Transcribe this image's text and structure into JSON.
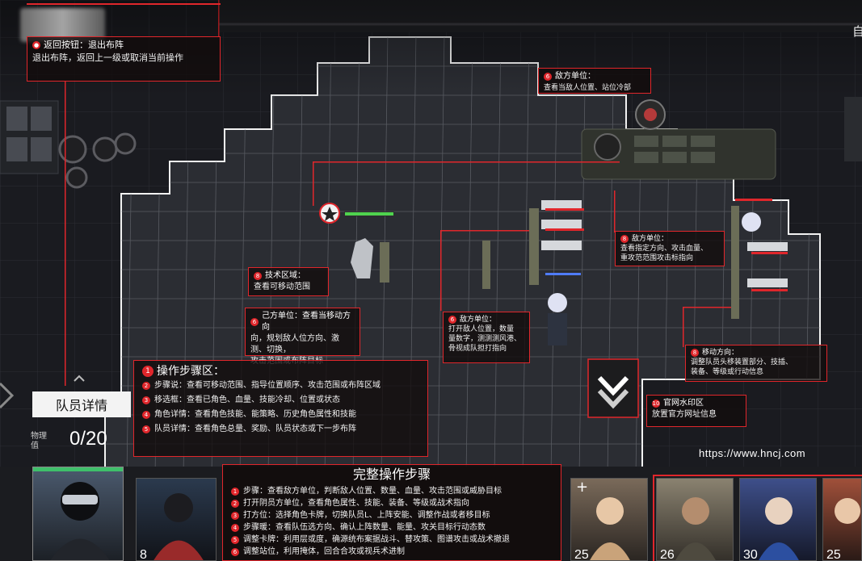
{
  "corner": {
    "label": "自"
  },
  "back_box": {
    "title": "返回按钮：退出布阵",
    "desc": "退出布阵，返回上一级或取消当前操作"
  },
  "enemy_top": {
    "num": "6",
    "title": "敌方单位：",
    "desc": "查看当敌人位置、站位冷部"
  },
  "tech_area": {
    "num": "8",
    "title": "技术区域：",
    "desc": "查看可移动范围"
  },
  "ally_unit": {
    "num": "6",
    "title": "己方单位：查看当移动方向",
    "desc1": "向，规划敌人位方向、激测、切换，",
    "desc2": "攻击范围或布阵目标"
  },
  "enemy_mid": {
    "num": "6",
    "title": "敌方单位：",
    "desc1": "打开敌人位置，数量",
    "desc2": "量数字，测测测风港、",
    "desc3": "骨视成队担打指向"
  },
  "enemy_right": {
    "num": "8",
    "title": "敌方单位：",
    "desc1": "查看指定方向、攻击血量、",
    "desc2": "重攻范范围攻击标指向"
  },
  "move_dir": {
    "num": "8",
    "title": "移动方向：",
    "desc1": "调整队员头移装置部分、技插、",
    "desc2": "装备、等级或行动信息"
  },
  "watermark_box": {
    "num": "10",
    "title": "官网水印区",
    "desc": "放置官方网址信息"
  },
  "url": "https://www.hncj.com",
  "steps_box": {
    "title": "操作步骤区：",
    "title_num": "1",
    "items": [
      {
        "num": "2",
        "text": "步骤说：查看可移动范围、指导位置顺序、攻击范围或布阵区域"
      },
      {
        "num": "3",
        "text": "移选框：查看已角色、血量、技能冷却、位置或状态"
      },
      {
        "num": "4",
        "text": "角色详情：查看角色技能、能策略、历史角色属性和技能"
      },
      {
        "num": "5",
        "text": "队员详情：查看角色总量、奖励、队员状态或下一步布阵"
      }
    ]
  },
  "member_detail": {
    "label": "队员详情",
    "count": "0/20",
    "side": "物理值"
  },
  "full_steps": {
    "title": "完整操作步骤",
    "items": [
      {
        "num": "1",
        "text": "步骤：查看敌方单位，判断敌人位置、数量、血量、攻击范围或威胁目标"
      },
      {
        "num": "2",
        "text": "打开阴员方单位，查看角色属性、技能、装备、等级或战术指向"
      },
      {
        "num": "3",
        "text": "打方位：选择角色卡牌，切换队员L、上阵安能、调整作战或者移目标"
      },
      {
        "num": "4",
        "text": "步骤暖：查看队伍选方向、确认上阵数量、能量、攻关目标行动态数"
      },
      {
        "num": "5",
        "text": "调整卡牌：利用层或度，确源统布案据战斗、替攻策、图谱攻击或战术撤退"
      },
      {
        "num": "6",
        "text": "调整站位，利用掩体，回合合攻或视兵术进制"
      }
    ]
  },
  "cards": [
    {
      "num": "8"
    },
    {
      "num": "25"
    },
    {
      "num": "26"
    },
    {
      "num": "30"
    },
    {
      "num": "25"
    }
  ],
  "colors": {
    "accent": "#e0262b",
    "grid": "#8c8f95",
    "bg": "#16171b"
  }
}
